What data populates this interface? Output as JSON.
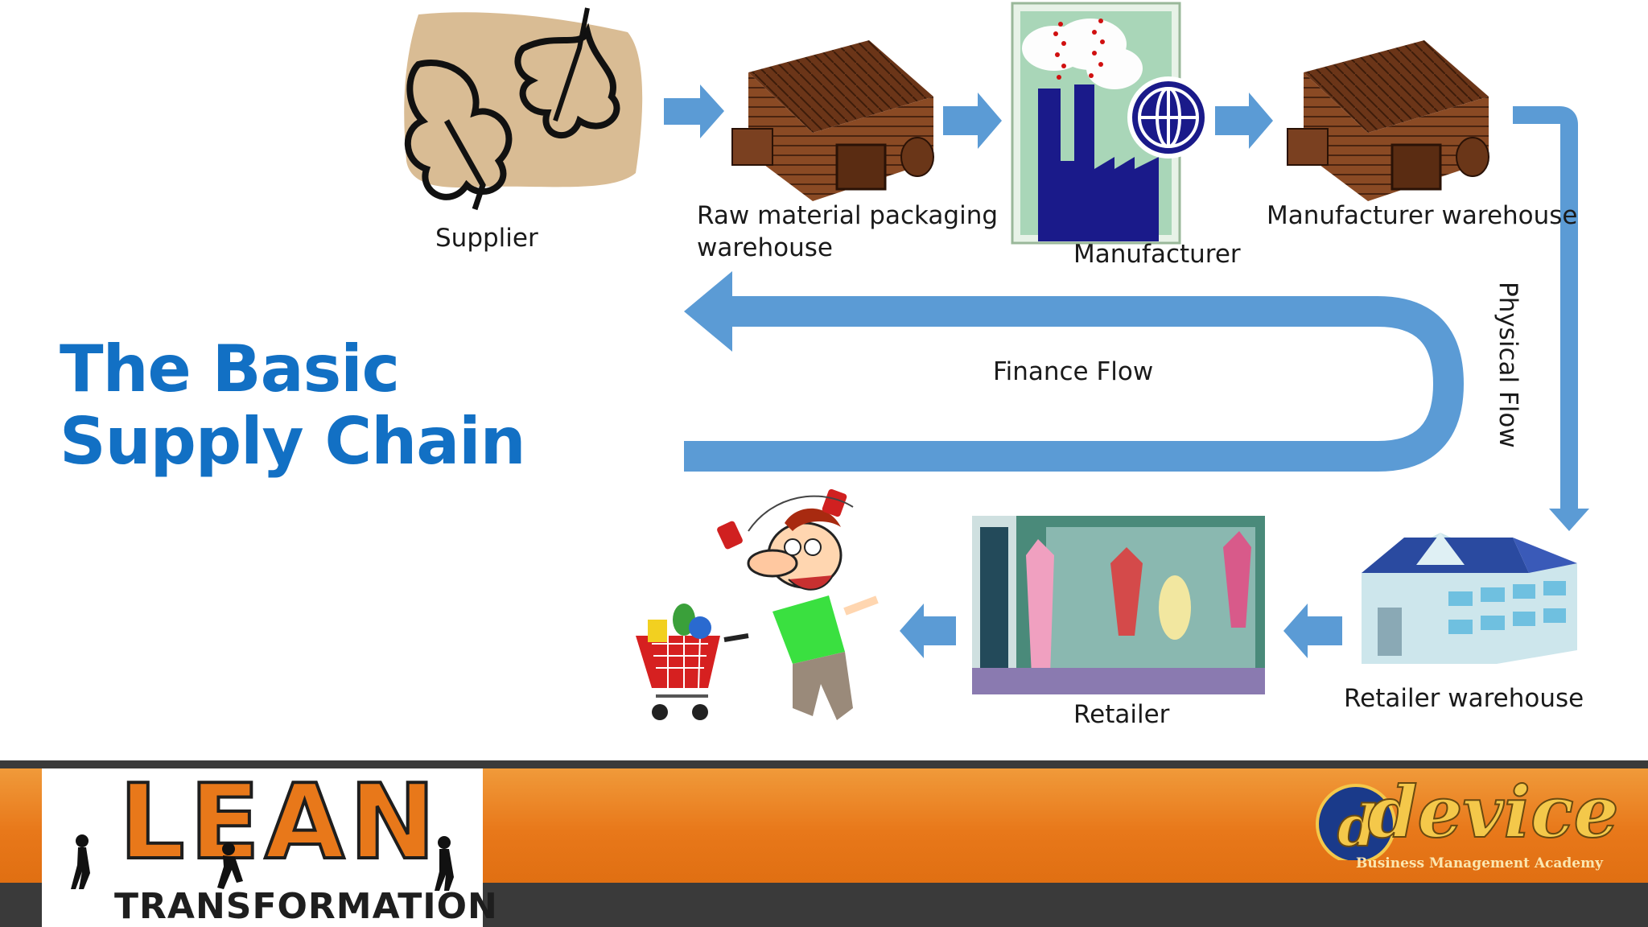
{
  "title": {
    "line1": "The Basic",
    "line2": "Supply Chain"
  },
  "nodes": {
    "supplier": "Supplier",
    "raw_material_line1": "Raw material packaging",
    "raw_material_line2": "warehouse",
    "manufacturer": "Manufacturer",
    "manufacturer_warehouse": "Manufacturer warehouse",
    "retailer_warehouse": "Retailer warehouse",
    "retailer": "Retailer"
  },
  "flows": {
    "finance": "Finance Flow",
    "physical": "Physical Flow"
  },
  "footer": {
    "lean_word": "LEAN",
    "lean_sub": "TRANSFORMATION",
    "brand_word": "device",
    "brand_sub": "Business Management Academy"
  },
  "colors": {
    "title": "#1270c4",
    "arrow": "#5b9bd5",
    "footer_orange": "#e8781a",
    "footer_dark": "#3a3a3a"
  }
}
